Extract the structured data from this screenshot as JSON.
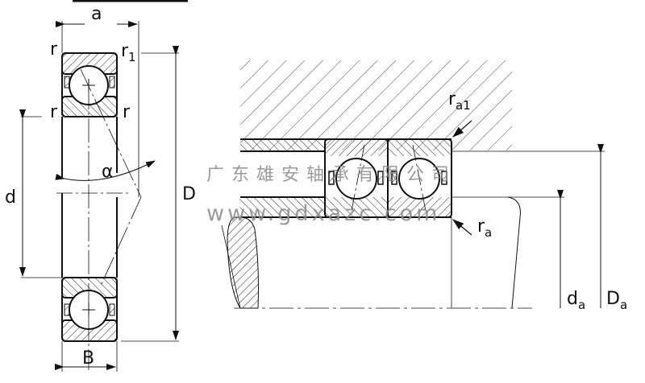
{
  "labels": {
    "a": "a",
    "r_top_left": "r",
    "r1": "r",
    "r1_sub": "1",
    "r_mid_left": "r",
    "r_mid_right": "r",
    "alpha": "α",
    "d": "d",
    "D": "D",
    "B": "B",
    "ra1": "r",
    "ra1_sub": "a1",
    "ra": "r",
    "ra_sub": "a",
    "da": "d",
    "da_sub": "a",
    "Da": "D",
    "Da_sub": "a"
  },
  "watermark": {
    "company": "广东雄安轴承有限公司",
    "url": "www.gdxazc.com"
  }
}
